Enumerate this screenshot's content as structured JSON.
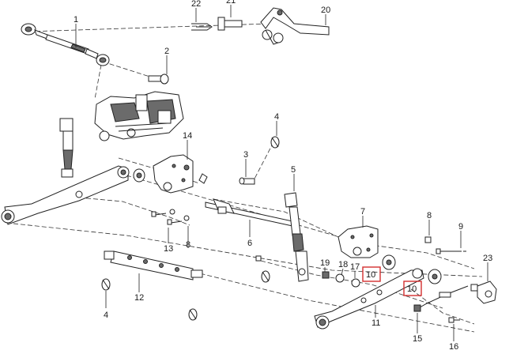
{
  "callouts": {
    "c1": "1",
    "c2": "2",
    "c3": "3",
    "c4a": "4",
    "c4b": "4",
    "c5": "5",
    "c6": "6",
    "c7": "7",
    "c8a": "8",
    "c8b": "8",
    "c9": "9",
    "c10a": "10",
    "c10b": "10",
    "c11": "11",
    "c12": "12",
    "c13": "13",
    "c14": "14",
    "c15": "15",
    "c16": "16",
    "c17": "17",
    "c18": "18",
    "c19": "19",
    "c20": "20",
    "c21": "21",
    "c22": "22",
    "c23": "23"
  },
  "colors": {
    "highlight": "#d32f2f",
    "line": "#222222",
    "shade": "#6b6b6b"
  }
}
